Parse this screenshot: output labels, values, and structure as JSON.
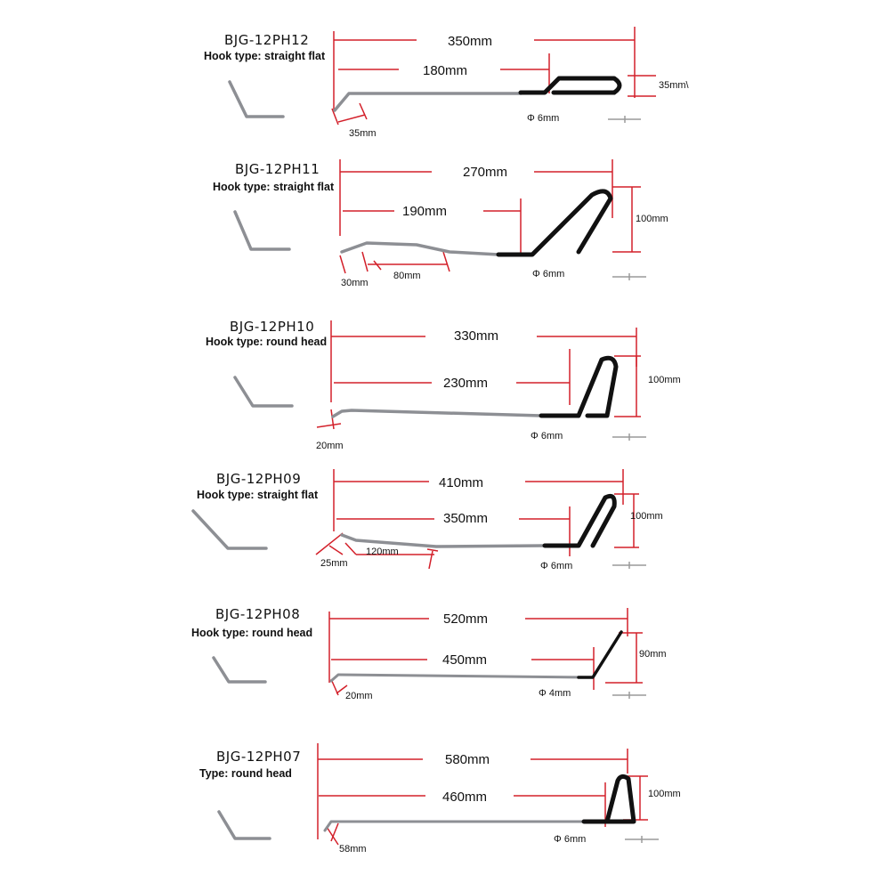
{
  "colors": {
    "dimension": "#d3202a",
    "grip": "#111111",
    "rod": "#8d8f94"
  },
  "icons": {
    "hook_thumbnail": "bent-rod-icon",
    "scale_bar": "scale-bar-icon"
  },
  "tools": [
    {
      "model": "BJG-12PH12",
      "hook_type": "Hook type: straight flat",
      "total": "350mm",
      "shaft": "180mm",
      "height": "35mm\\",
      "diameter": "Φ 6mm",
      "extra": [
        "35mm"
      ]
    },
    {
      "model": "BJG-12PH11",
      "hook_type": "Hook type: straight flat",
      "total": "270mm",
      "shaft": "190mm",
      "height": "100mm",
      "diameter": "Φ 6mm",
      "extra": [
        "30mm",
        "80mm"
      ]
    },
    {
      "model": "BJG-12PH10",
      "hook_type": "Hook type: round head",
      "total": "330mm",
      "shaft": "230mm",
      "height": "100mm",
      "diameter": "Φ 6mm",
      "extra": [
        "20mm"
      ]
    },
    {
      "model": "BJG-12PH09",
      "hook_type": "Hook type: straight flat",
      "total": "410mm",
      "shaft": "350mm",
      "height": "100mm",
      "diameter": "Φ 6mm",
      "extra": [
        "25mm",
        "120mm"
      ]
    },
    {
      "model": "BJG-12PH08",
      "hook_type": "Hook type: round head",
      "total": "520mm",
      "shaft": "450mm",
      "height": "90mm",
      "diameter": "Φ 4mm",
      "extra": [
        "20mm"
      ]
    },
    {
      "model": "BJG-12PH07",
      "hook_type": "Type: round head",
      "total": "580mm",
      "shaft": "460mm",
      "height": "100mm",
      "diameter": "Φ 6mm",
      "extra": [
        "58mm"
      ]
    }
  ]
}
